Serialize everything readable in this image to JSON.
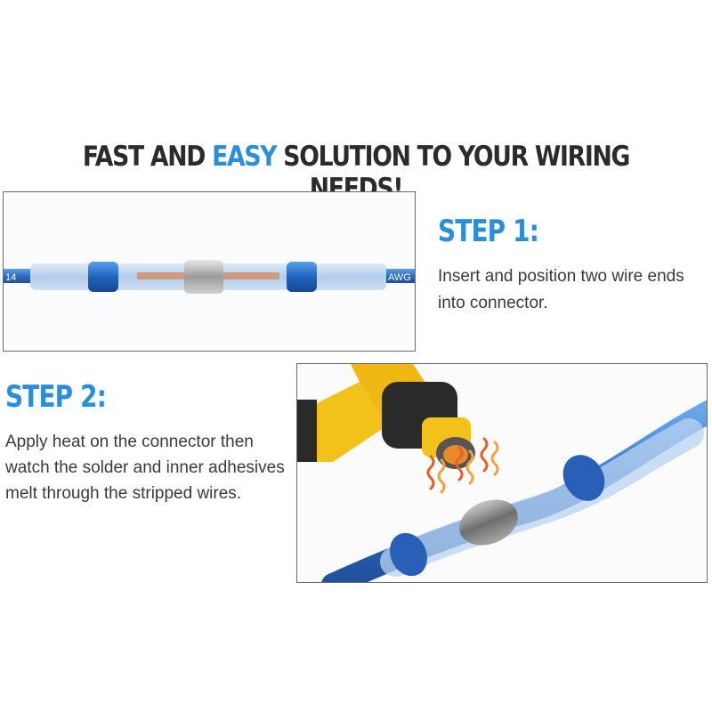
{
  "headline": {
    "part1": "FAST AND ",
    "accent": "EASY",
    "part2": " SOLUTION TO YOUR WIRING NEEDS!"
  },
  "step1": {
    "title": "STEP 1:",
    "text": "Insert and position two wire ends into connector.",
    "wire_label_left": "14",
    "wire_label_right": "AWG"
  },
  "step2": {
    "title": "STEP 2:",
    "text": "Apply heat on the connector then watch the solder and inner adhesives melt through the stripped wires."
  },
  "colors": {
    "accent": "#2a8fd8",
    "wire": "#3a7fd0",
    "heat_gun": "#f2c21a",
    "solder_ring": "#9a9a9a"
  },
  "icons": [
    "heat-gun-icon",
    "heat-wave-icon",
    "connector-icon"
  ]
}
